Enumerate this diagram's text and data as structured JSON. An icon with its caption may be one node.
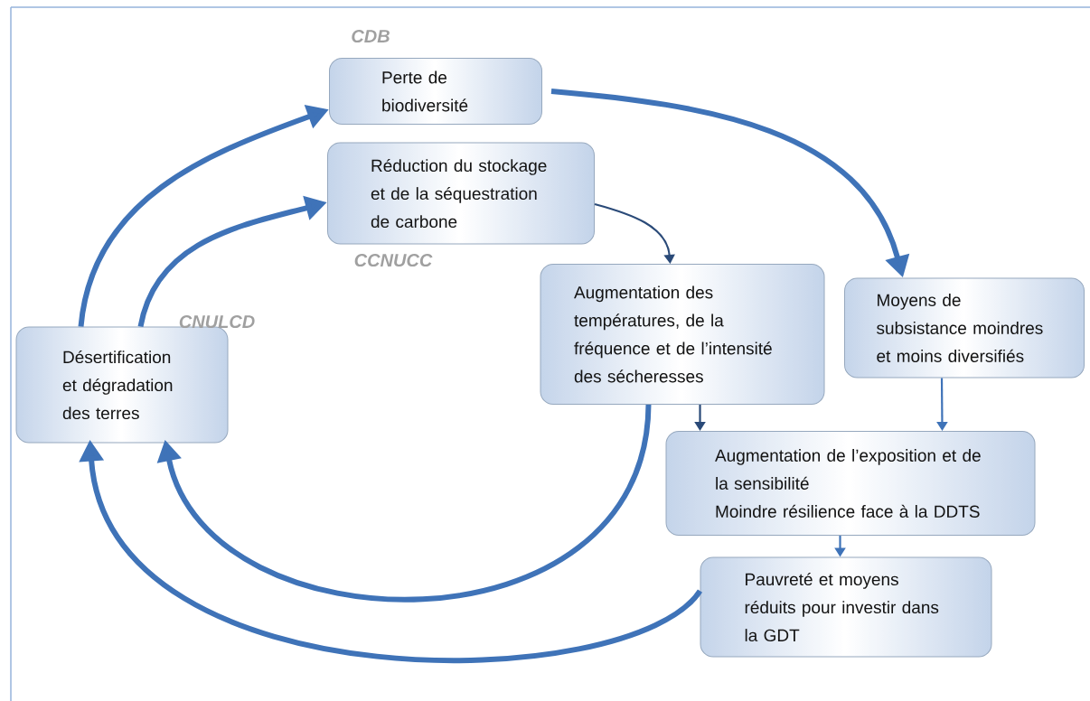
{
  "diagram": {
    "nodes": [
      {
        "text": [
          "Désertification et dégradation des terres"
        ]
      },
      {
        "text": [
          "Perte de biodiversité"
        ]
      },
      {
        "text": [
          "Réduction du stockage et de la séquestration de carbone"
        ]
      },
      {
        "text": [
          "Augmentation des températures, de la fréquence et de l’intensité des sécheresses"
        ]
      },
      {
        "text": [
          "Moyens de subsistance moindres et moins diversifiés"
        ]
      },
      {
        "text": [
          "Augmentation de l’exposition et de la sensibilité",
          "Moindre résilience face à la DDTS"
        ]
      },
      {
        "text": [
          "Pauvreté et moyens réduits pour investir dans la GDT"
        ]
      }
    ],
    "edges": [
      {
        "from": 0,
        "to": 1,
        "arrow": "to"
      },
      {
        "from": 0,
        "to": 2,
        "arrow": "to"
      },
      {
        "from": 1,
        "to": 4,
        "arrow": "to"
      },
      {
        "from": 2,
        "to": 3,
        "arrow": "to",
        "color": "#2a4a78"
      },
      {
        "from": 3,
        "to": 5,
        "arrow": "to",
        "color": "#2a4a78"
      },
      {
        "from": 4,
        "to": 5,
        "arrow": "to"
      },
      {
        "from": 5,
        "to": 6,
        "arrow": "to"
      },
      {
        "from": 3,
        "to": 0,
        "arrow": "to"
      },
      {
        "from": 6,
        "to": 0,
        "arrow": "to"
      }
    ],
    "labels": [
      "CDB",
      "CCNUCC",
      "CNULCD"
    ]
  }
}
